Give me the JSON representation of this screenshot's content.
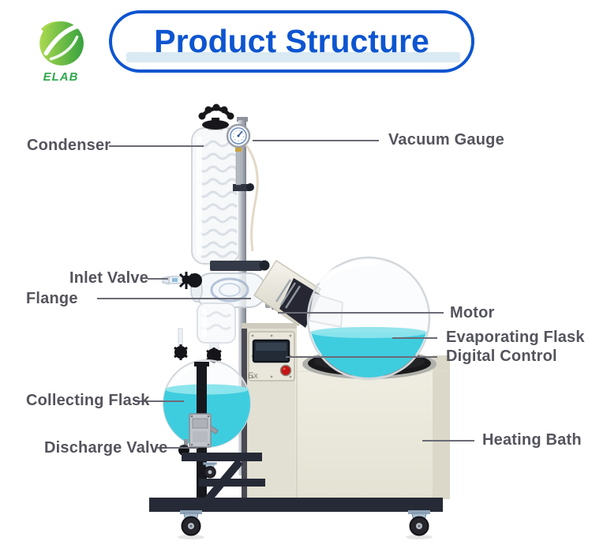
{
  "logo": {
    "text": "ELAB"
  },
  "title": {
    "text": "Product Structure"
  },
  "machine": {
    "ex_label": "Ex"
  },
  "labels": [
    {
      "id": "condenser",
      "text": "Condenser"
    },
    {
      "id": "vacuum-gauge",
      "text": "Vacuum Gauge"
    },
    {
      "id": "inlet-valve",
      "text": "Inlet Valve"
    },
    {
      "id": "flange",
      "text": "Flange"
    },
    {
      "id": "motor",
      "text": "Motor"
    },
    {
      "id": "evaporating-flask",
      "text": "Evaporating Flask"
    },
    {
      "id": "digital-control",
      "text": "Digital Control"
    },
    {
      "id": "collecting-flask",
      "text": "Collecting Flask"
    },
    {
      "id": "discharge-valve",
      "text": "Discharge Valve"
    },
    {
      "id": "heating-bath",
      "text": "Heating Bath"
    }
  ],
  "colors": {
    "title_blue": "#0d55d0",
    "title_underline": "#d9eaf3",
    "logo_green": "#2fa84c",
    "label_gray": "#54545d",
    "leader_line_gray": "#6b6b76",
    "liquid_cyan": "#3ecddf",
    "body_beige": "#eae8db",
    "frame_dark": "#262a36",
    "alert_button_red": "#c21515"
  }
}
